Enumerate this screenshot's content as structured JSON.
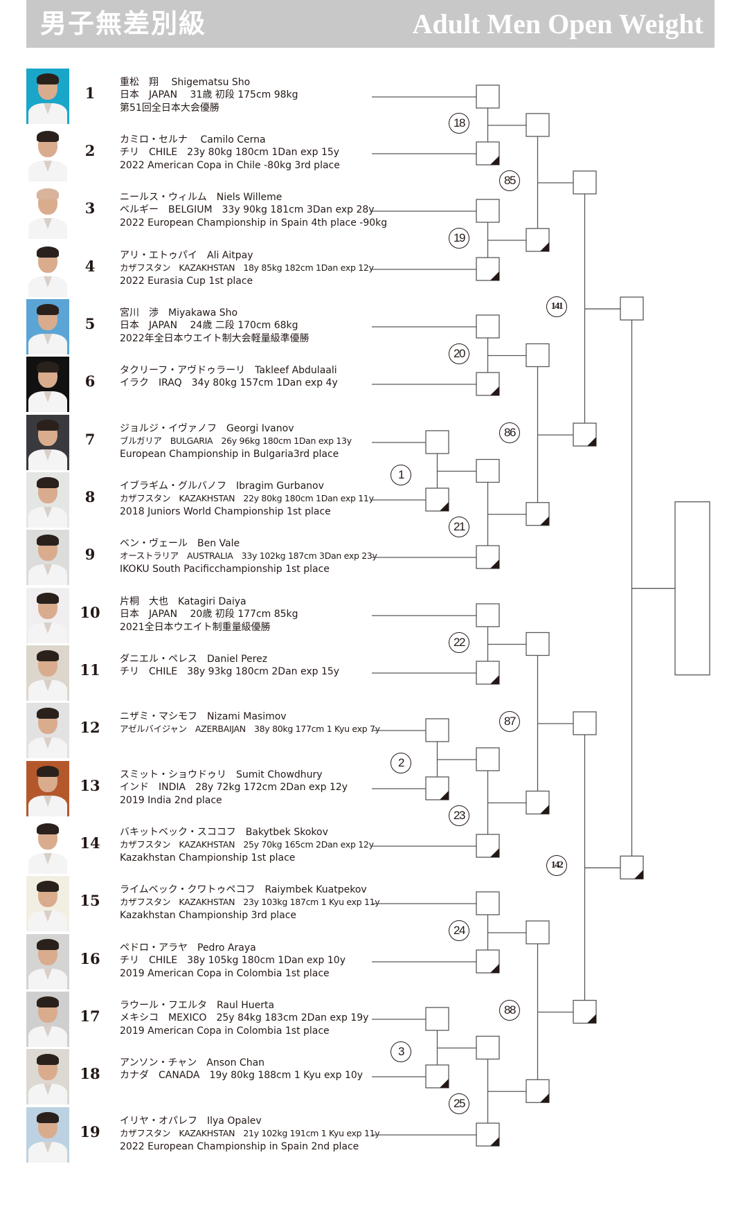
{
  "header": {
    "title_jp": "男子無差別級",
    "title_en": "Adult Men Open Weight",
    "background_color": "#c8c8c9"
  },
  "contestants": [
    {
      "seed": "1",
      "name_line": "重松　翔　 Shigematsu Sho",
      "line2": "日本　JAPAN　 31歳 初段 175cm 98kg",
      "line3": "第51回全日本大会優勝",
      "photo_bg": "#1aa6c9"
    },
    {
      "seed": "2",
      "name_line": "カミロ・セルナ　 Camilo Cerna",
      "line2": "チリ　CHILE　23y 80kg 180cm 1Dan exp 15y",
      "line3": "2022 American Copa in Chile -80kg 3rd place",
      "photo_bg": "#ffffff"
    },
    {
      "seed": "3",
      "name_line": "ニールス・ウィルム　Niels Willeme",
      "line2": "ベルギー　BELGIUM　33y 90kg 181cm 3Dan exp 28y",
      "line3": "2022 European Championship in Spain 4th place -90kg",
      "photo_bg": "#ffffff"
    },
    {
      "seed": "4",
      "name_line": "アリ・エトゥパイ　Ali Aitpay",
      "line2": "カザフスタン　KAZAKHSTAN　18y 85kg 182cm 1Dan exp 12y",
      "line3": "2022 Eurasia Cup 1st place",
      "photo_bg": "#ffffff"
    },
    {
      "seed": "5",
      "name_line": "宮川　渉　Miyakawa Sho",
      "line2": "日本　JAPAN　 24歳 二段 170cm 68kg",
      "line3": "2022年全日本ウエイト制大会軽量級準優勝",
      "photo_bg": "#5aa5d6"
    },
    {
      "seed": "6",
      "name_line": "タクリーフ・アヴドゥラーリ　Takleef Abdulaali",
      "line2": "イラク　IRAQ　34y 80kg 157cm 1Dan exp 4y",
      "line3": "",
      "photo_bg": "#111111"
    },
    {
      "seed": "7",
      "name_line": "ジョルジ・イヴァノフ　Georgi Ivanov",
      "line2": "ブルガリア　BULGARIA　26y 96kg 180cm 1Dan exp 13y",
      "line3": "European Championship in Bulgaria3rd place",
      "photo_bg": "#3a3a3e"
    },
    {
      "seed": "8",
      "name_line": "イブラギム・グルバノフ　Ibragim Gurbanov",
      "line2": "カザフスタン　KAZAKHSTAN　22y 80kg 180cm 1Dan exp 11y",
      "line3": "2018 Juniors World Championship 1st place",
      "photo_bg": "#e4e6e4"
    },
    {
      "seed": "9",
      "name_line": "ベン・ヴェール　Ben Vale",
      "line2": "オーストラリア　AUSTRALIA　33y 102kg 187cm 3Dan exp 23y",
      "line3": "IKOKU South Pacificchampionship 1st place",
      "photo_bg": "#dcdcda"
    },
    {
      "seed": "10",
      "name_line": "片桐　大也　Katagiri Daiya",
      "line2": "日本　JAPAN　 20歳 初段 177cm 85kg",
      "line3": "2021全日本ウエイト制重量級優勝",
      "photo_bg": "#f0eef0"
    },
    {
      "seed": "11",
      "name_line": "ダニエル・ペレス　Daniel Perez",
      "line2": "チリ　CHILE　38y 93kg 180cm 2Dan exp 15y",
      "line3": "",
      "photo_bg": "#dcd6cc"
    },
    {
      "seed": "12",
      "name_line": "ニザミ・マシモフ　Nizami Masimov",
      "line2": "アゼルバイジャン　AZERBAIJAN　38y 80kg 177cm 1 Kyu exp 7y",
      "line3": "",
      "photo_bg": "#e2e2e2"
    },
    {
      "seed": "13",
      "name_line": "スミット・ショウドゥリ　Sumit Chowdhury",
      "line2": "インド　INDIA　28y 72kg 172cm 2Dan exp 12y",
      "line3": "2019 India 2nd place",
      "photo_bg": "#b4582c"
    },
    {
      "seed": "14",
      "name_line": "バキットベック・スココフ　Bakytbek Skokov",
      "line2": "カザフスタン　KAZAKHSTAN　25y 70kg 165cm 2Dan exp 12y",
      "line3": "Kazakhstan Championship 1st place",
      "photo_bg": "#ffffff"
    },
    {
      "seed": "15",
      "name_line": "ライムベック・クワトゥペコフ　Raiymbek Kuatpekov",
      "line2": "カザフスタン　KAZAKHSTAN　23y 103kg 187cm 1 Kyu exp 11y",
      "line3": "Kazakhstan Championship 3rd place",
      "photo_bg": "#f2efe2"
    },
    {
      "seed": "16",
      "name_line": "ペドロ・アラヤ　Pedro Araya",
      "line2": "チリ　CHILE　38y 105kg 180cm 1Dan exp 10y",
      "line3": "2019 American Copa in Colombia 1st place",
      "photo_bg": "#d4d4d2"
    },
    {
      "seed": "17",
      "name_line": "ラウール・フエルタ　Raul Huerta",
      "line2": "メキシコ　MEXICO　25y 84kg 183cm 2Dan exp 19y",
      "line3": "2019 American Copa in Colombia 1st place",
      "photo_bg": "#cfcfcf"
    },
    {
      "seed": "18",
      "name_line": "アンソン・チャン　Anson Chan",
      "line2": "カナダ　CANADA　19y 80kg 188cm 1 Kyu exp 10y",
      "line3": "",
      "photo_bg": "#dcd8d2"
    },
    {
      "seed": "19",
      "name_line": "イリヤ・オパレフ　Ilya Opalev",
      "line2": "カザフスタン　KAZAKHSTAN　21y 102kg 191cm 1 Kyu exp 11y",
      "line3": "2022 European Championship in Spain 2nd place",
      "photo_bg": "#bcd2e2"
    }
  ],
  "bracket": {
    "match_numbers": [
      "1",
      "2",
      "3",
      "18",
      "19",
      "20",
      "21",
      "22",
      "23",
      "24",
      "25",
      "85",
      "86",
      "87",
      "88",
      "141",
      "142"
    ],
    "line_color": "#595757",
    "mark_color": "#231815"
  }
}
